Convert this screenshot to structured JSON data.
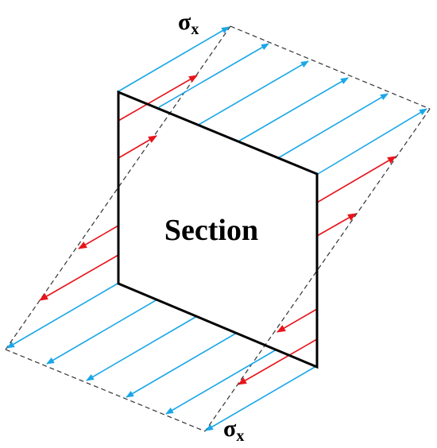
{
  "labels": {
    "top_sigma": "σ",
    "top_sigma_subscript": "x",
    "bottom_sigma": "σ",
    "bottom_sigma_subscript": "x",
    "section": "Section"
  },
  "colors": {
    "section_outline": "#000000",
    "envelope_dashed": "#333333",
    "stress_arrow_blue": "#1aa7e8",
    "stress_arrow_red": "#e8141b"
  }
}
